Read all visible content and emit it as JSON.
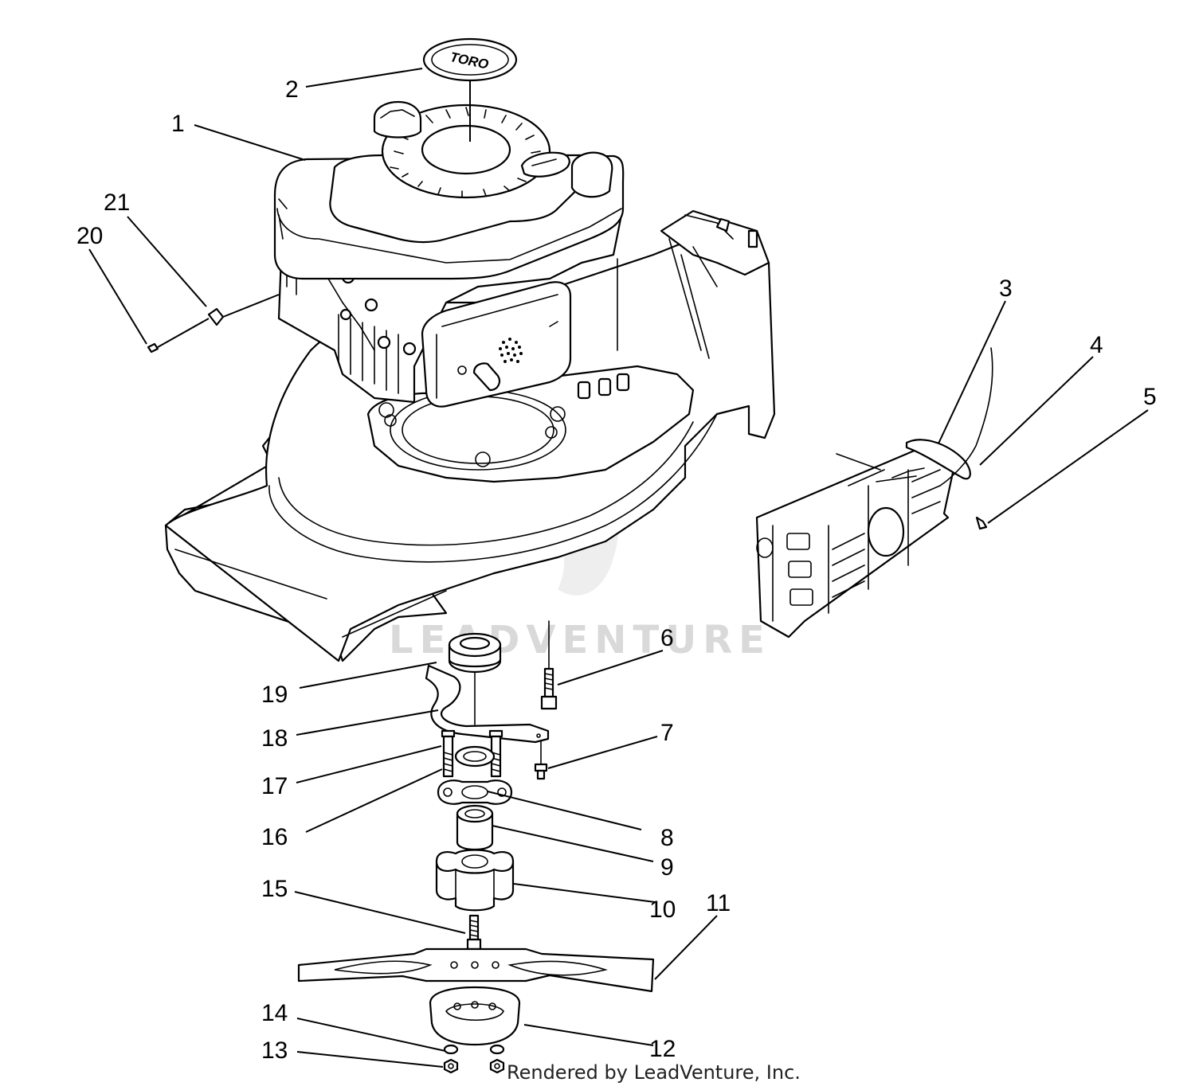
{
  "watermark": "LEADVENTURE",
  "logo_text": "TORO",
  "credit": "Rendered by LeadVenture, Inc.",
  "callouts": [
    "1",
    "2",
    "3",
    "4",
    "5",
    "6",
    "7",
    "8",
    "9",
    "10",
    "11",
    "12",
    "13",
    "14",
    "15",
    "16",
    "17",
    "18",
    "19",
    "20",
    "21"
  ]
}
